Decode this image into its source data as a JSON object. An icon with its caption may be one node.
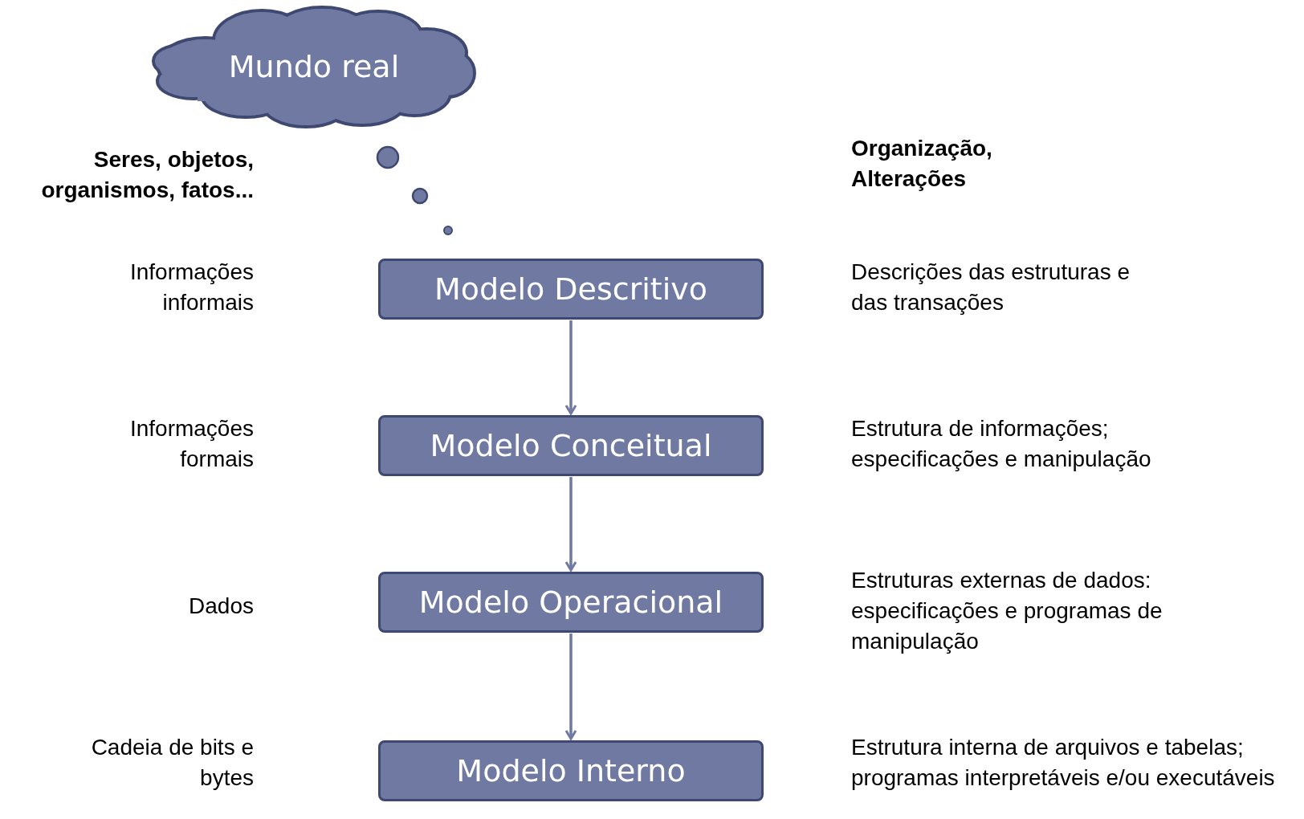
{
  "diagram": {
    "nodes": [
      {
        "text": [
          "Mundo real"
        ]
      },
      {
        "text": [
          "Modelo Descritivo"
        ],
        "beside": [
          "Descrições das estruturas e das transações"
        ]
      },
      {
        "text": [
          "Modelo Conceitual"
        ],
        "beside": [
          "Estrutura de informações; especificações e manipulação"
        ]
      },
      {
        "text": [
          "Modelo Operacional"
        ],
        "beside": [
          "Estruturas externas de dados: especificações e programas de manipulação"
        ]
      },
      {
        "text": [
          "Modelo Interno"
        ],
        "beside": [
          "Estrutura interna de arquivos e tabelas; programas interpretáveis e/ou executáveis"
        ]
      }
    ],
    "edges": [
      {
        "from": 1,
        "to": 2,
        "arrow": "to"
      },
      {
        "from": 2,
        "to": 3,
        "arrow": "to"
      },
      {
        "from": 3,
        "to": 4,
        "arrow": "to"
      }
    ],
    "labels": [
      "Seres, objetos, organismos, fatos...",
      "Organização, Alterações",
      "Informações informais",
      "Informações formais",
      "Dados",
      "Cadeia de bits e bytes"
    ]
  }
}
